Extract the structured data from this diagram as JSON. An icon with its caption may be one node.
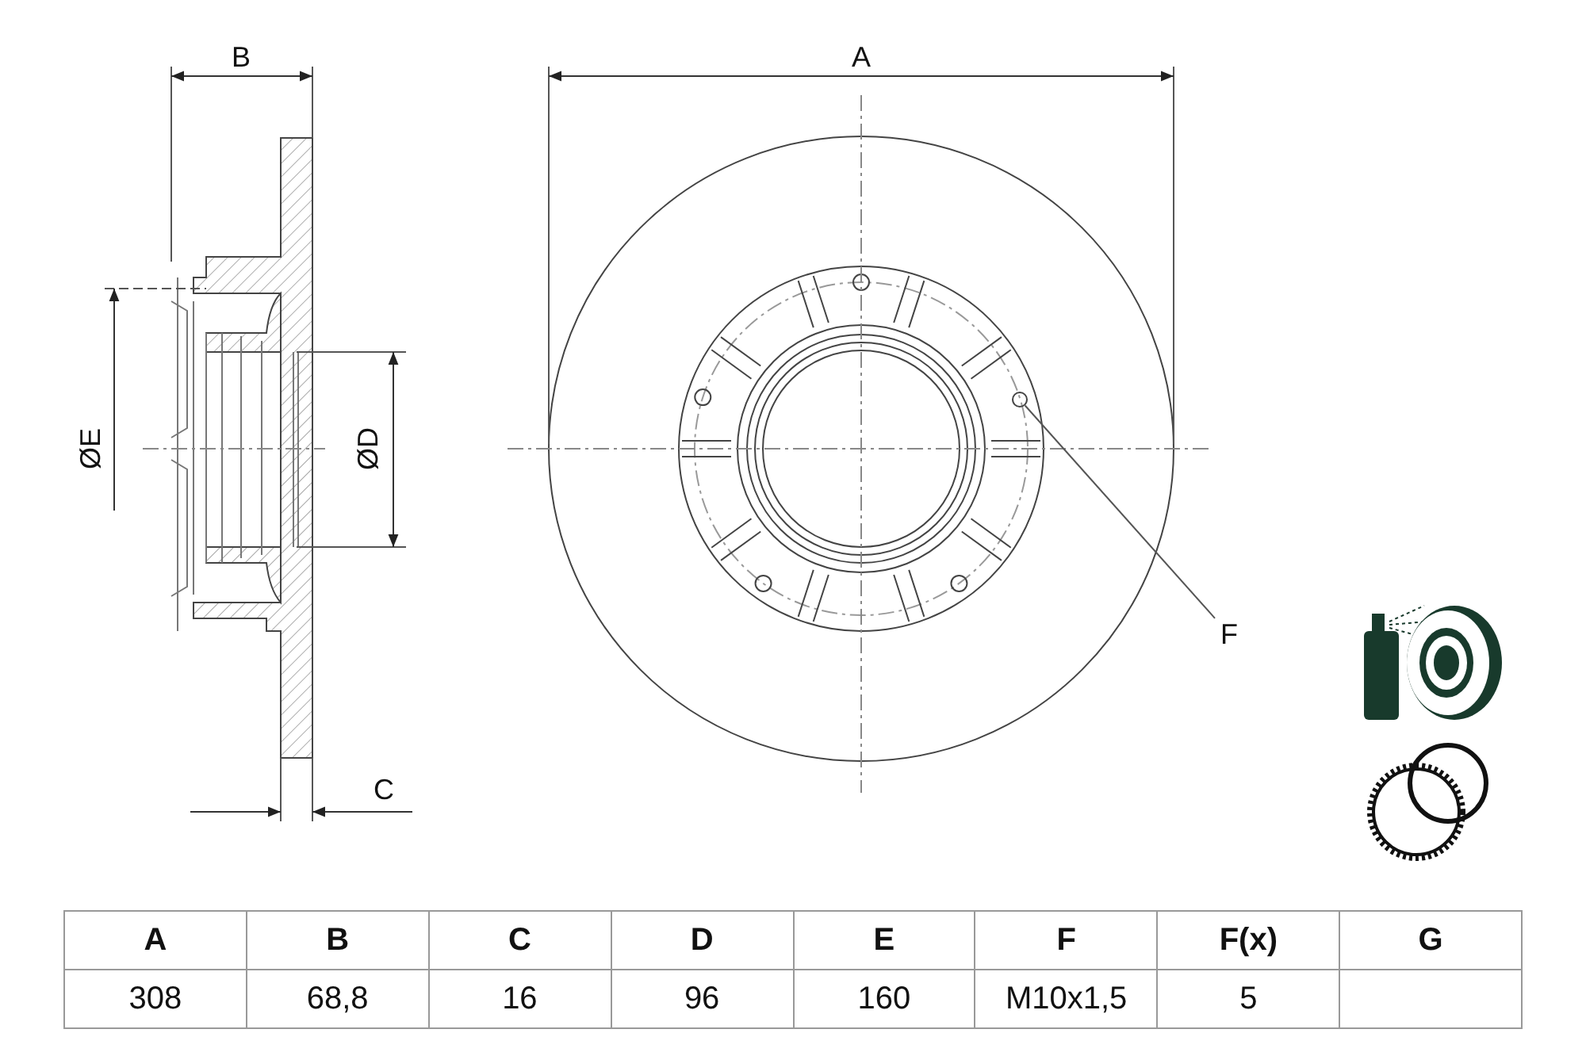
{
  "diagram": {
    "nodes": [
      {
        "text": [
          "F"
        ]
      },
      {
        "text": [],
        "shape": "circle"
      }
    ],
    "edges": [
      {
        "from": 0,
        "to": 1,
        "arrow": "none"
      }
    ],
    "labels": [
      "B",
      "A",
      "ØE",
      "ØD",
      "C",
      "A",
      "B",
      "C",
      "D",
      "E",
      "F",
      "F(x)",
      "G",
      "308",
      "68,8",
      "16",
      "96",
      "160",
      "M10x1,5",
      "5"
    ]
  }
}
